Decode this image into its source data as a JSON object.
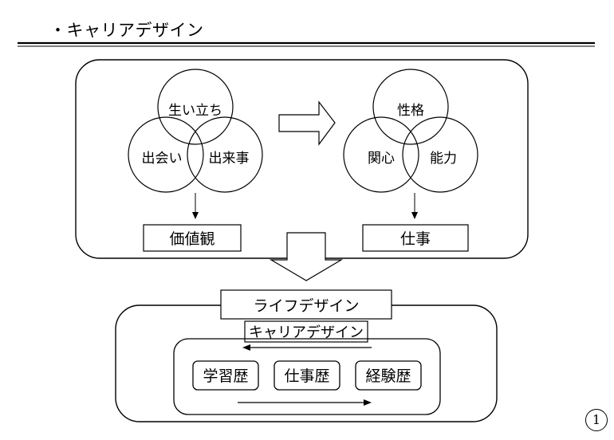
{
  "header": {
    "title": "・キャリアデザイン"
  },
  "left_group": {
    "circles": [
      {
        "label": "生い立ち"
      },
      {
        "label": "出会い"
      },
      {
        "label": "出来事"
      }
    ],
    "result": "価値観"
  },
  "right_group": {
    "circles": [
      {
        "label": "性格"
      },
      {
        "label": "関心"
      },
      {
        "label": "能力"
      }
    ],
    "result": "仕事"
  },
  "lower": {
    "life_design": "ライフデザイン",
    "career_design": "キャリアデザイン",
    "history_items": [
      {
        "label": "学習歴"
      },
      {
        "label": "仕事歴"
      },
      {
        "label": "経験歴"
      }
    ]
  },
  "page_number": "1"
}
